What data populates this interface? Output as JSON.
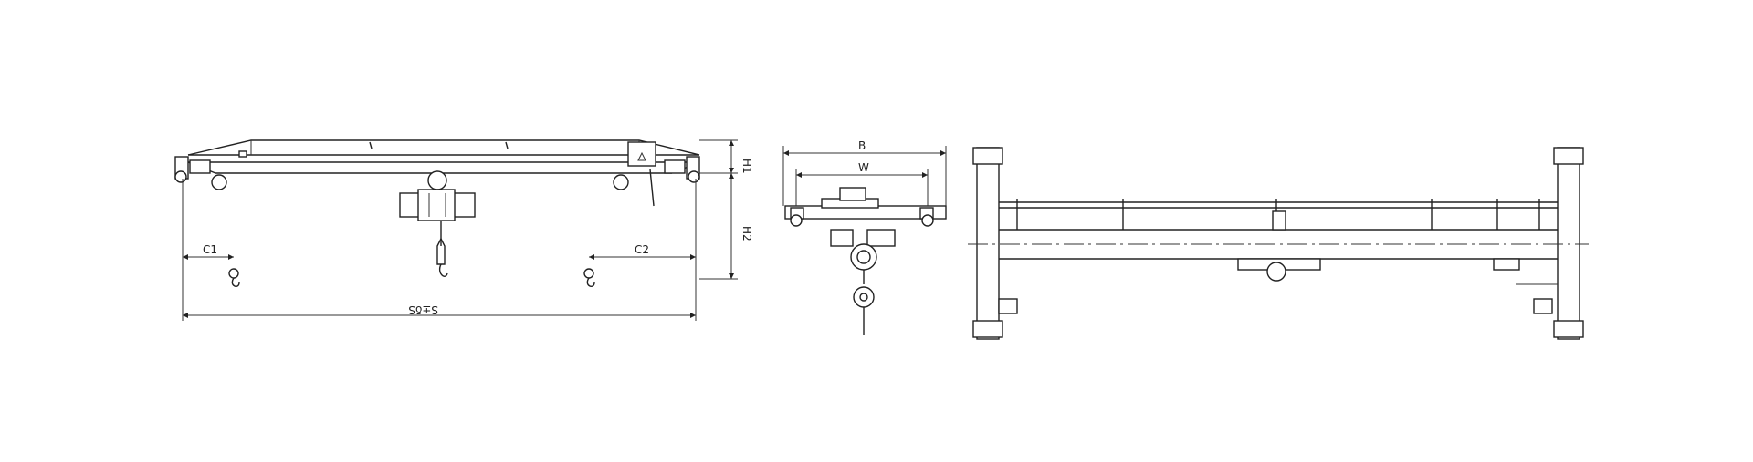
{
  "drawing": {
    "labels": {
      "h1": "H1",
      "h2": "H2",
      "c1": "C1",
      "c2": "C2",
      "span": "S±δS",
      "b": "B",
      "w": "W"
    }
  }
}
